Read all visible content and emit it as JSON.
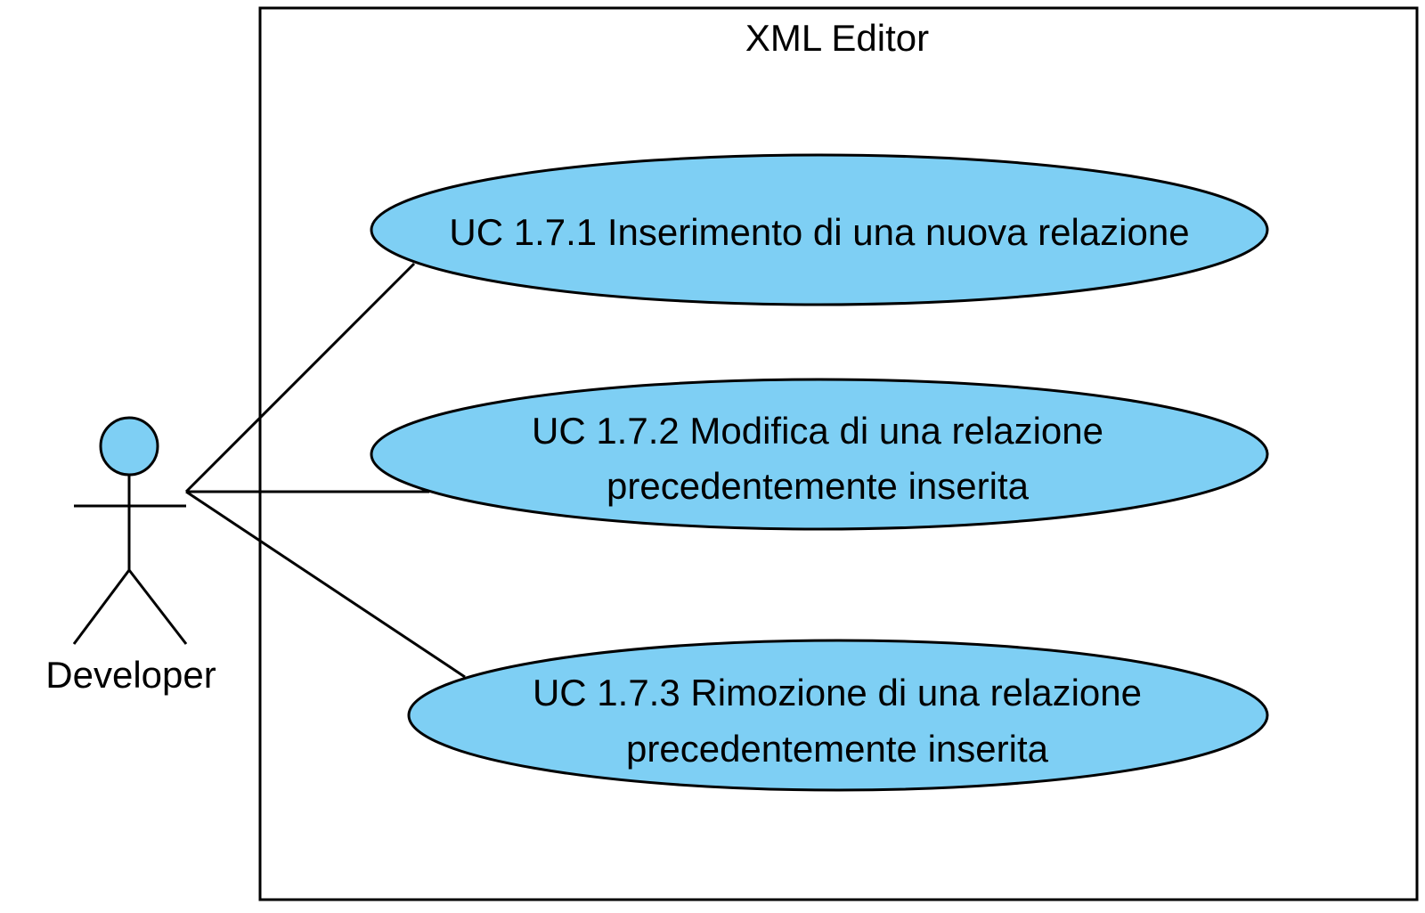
{
  "diagram": {
    "type": "uml-use-case",
    "system": {
      "name": "XML Editor"
    },
    "actor": {
      "name": "Developer"
    },
    "use_cases": [
      {
        "lines": [
          "UC 1.7.1 Inserimento di una nuova relazione"
        ]
      },
      {
        "lines": [
          "UC 1.7.2 Modifica di una relazione",
          "precedentemente inserita"
        ]
      },
      {
        "lines": [
          "UC 1.7.3 Rimozione di una relazione",
          "precedentemente inserita"
        ]
      }
    ],
    "associations": [
      {
        "from": "Developer",
        "to": "UC 1.7.1"
      },
      {
        "from": "Developer",
        "to": "UC 1.7.2"
      },
      {
        "from": "Developer",
        "to": "UC 1.7.3"
      }
    ]
  },
  "colors": {
    "use_case_fill": "#7ecff4",
    "actor_head_fill": "#7ecff4",
    "stroke": "#000000",
    "background": "#ffffff"
  }
}
